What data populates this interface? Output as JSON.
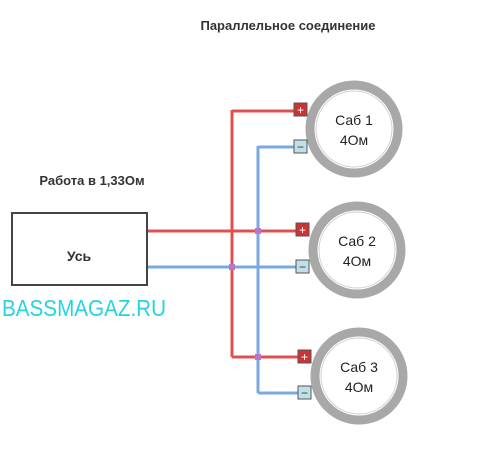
{
  "title": "Параллельное соединение",
  "mode_label": "Работа в 1,33Ом",
  "amplifier": {
    "label": "Усь"
  },
  "watermark": "BASSMAGAZ.RU",
  "subwoofers": [
    {
      "name": "Саб 1",
      "impedance": "4Ом"
    },
    {
      "name": "Саб 2",
      "impedance": "4Ом"
    },
    {
      "name": "Саб 3",
      "impedance": "4Ом"
    }
  ],
  "terminals": {
    "plus": "+",
    "minus": "−"
  },
  "colors": {
    "positive_wire": "#e05050",
    "negative_wire": "#7aa8e0",
    "speaker_ring": "#a8a8a8",
    "plus_terminal": "#cc3333",
    "minus_terminal": "#bfe0e6",
    "watermark": "#27d3e0"
  }
}
